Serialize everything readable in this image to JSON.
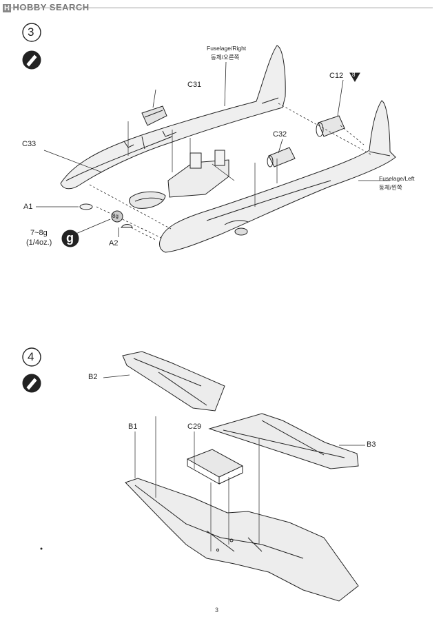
{
  "watermark": {
    "logo": "H",
    "text": "HOBBY SEARCH"
  },
  "steps": [
    {
      "number": "3"
    },
    {
      "number": "4"
    }
  ],
  "step3": {
    "fuselage_right": {
      "en": "Fuselage/Right",
      "ko": "동체/오른쪽"
    },
    "fuselage_left": {
      "en": "Fuselage/Left",
      "ko": "동체/왼쪽"
    },
    "parts": {
      "c31": "C31",
      "c12": "C12",
      "c12_badge": "8",
      "c32": "C32",
      "c33": "C33",
      "a1": "A1",
      "a2": "A2"
    },
    "weight": {
      "badge": "8g",
      "amount": "7~8g",
      "oz": "(1/4oz.)",
      "symbol": "g"
    }
  },
  "step4": {
    "parts": {
      "b2": "B2",
      "b1": "B1",
      "c29": "C29",
      "b3": "B3"
    }
  },
  "page_number": "3",
  "colors": {
    "ink": "#222222",
    "tone": "#e9e9e9",
    "rule": "#9a9a9a"
  }
}
